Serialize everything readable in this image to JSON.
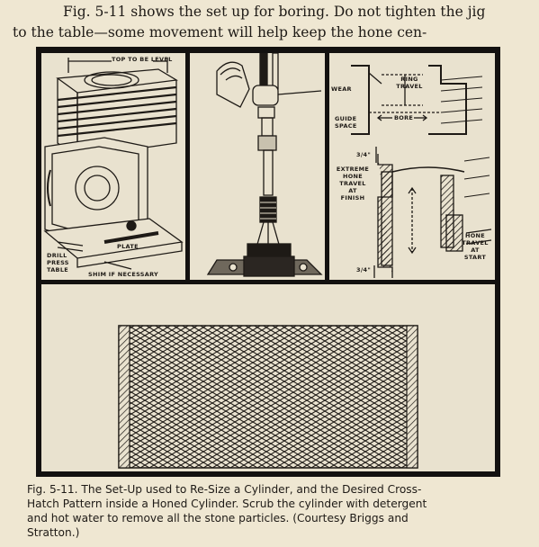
{
  "intro": {
    "line1": "Fig. 5-11 shows the set up for boring. Do not tighten the jig",
    "line2": "to the table—some movement will help keep the hone cen-"
  },
  "figure": {
    "labels": {
      "top_level": "TOP TO BE LEVEL",
      "plate": "PLATE",
      "drill_press_table_1": "DRILL",
      "drill_press_table_2": "PRESS",
      "drill_press_table_3": "TABLE",
      "shim": "SHIM IF NECESSARY",
      "wear": "WEAR",
      "ring_travel_1": "RING",
      "ring_travel_2": "TRAVEL",
      "guide_space_1": "GUIDE",
      "guide_space_2": "SPACE",
      "bore": "BORE",
      "dim_top": "3/4\"",
      "extreme_1": "EXTREME",
      "extreme_2": "HONE",
      "extreme_3": "TRAVEL",
      "extreme_4": "AT",
      "extreme_5": "FINISH",
      "hone_start_1": "HONE",
      "hone_start_2": "TRAVEL",
      "hone_start_3": "AT",
      "hone_start_4": "START",
      "dim_bottom": "3/4\""
    }
  },
  "caption": {
    "line1": "Fig. 5-11. The Set-Up used to Re-Size a Cylinder, and the Desired Cross-",
    "line2": "Hatch Pattern inside a Honed Cylinder. Scrub the cylinder with detergent",
    "line3": "and hot water to remove all the stone particles. (Courtesy Briggs and",
    "line4": "Stratton.)"
  }
}
